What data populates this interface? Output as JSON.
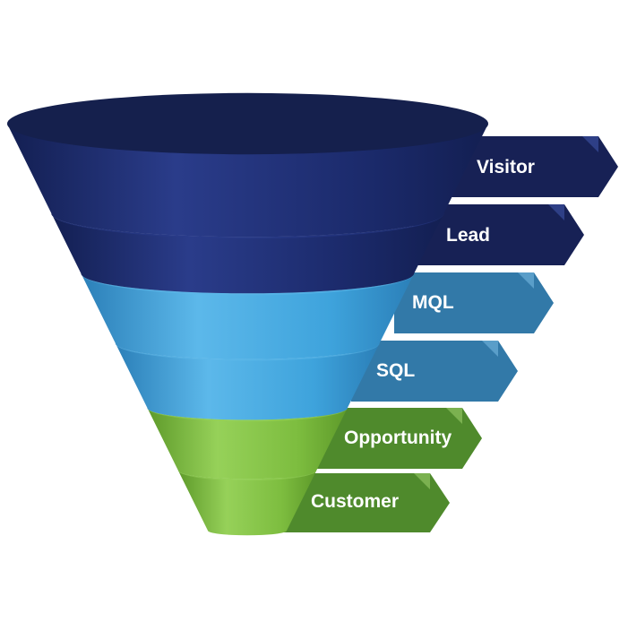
{
  "funnel": {
    "stages": [
      {
        "label": "Visitor",
        "color_body": "#1b2a6b",
        "color_dark": "#131f52",
        "color_light": "#2a3c8a",
        "color_tab": "#172155",
        "color_fold": "#2e3f86"
      },
      {
        "label": "Lead",
        "color_body": "#1b2a6b",
        "color_dark": "#131f52",
        "color_light": "#2a3c8a",
        "color_tab": "#172155",
        "color_fold": "#2e3f86"
      },
      {
        "label": "MQL",
        "color_body": "#3ea3dc",
        "color_dark": "#2b7fb8",
        "color_light": "#5cb8ea",
        "color_tab": "#3279a8",
        "color_fold": "#5a9ec9"
      },
      {
        "label": "SQL",
        "color_body": "#3ea3dc",
        "color_dark": "#2b7fb8",
        "color_light": "#5cb8ea",
        "color_tab": "#3279a8",
        "color_fold": "#5a9ec9"
      },
      {
        "label": "Opportunity",
        "color_body": "#7dbd3f",
        "color_dark": "#5e9a2a",
        "color_light": "#96d159",
        "color_tab": "#4f8a2c",
        "color_fold": "#7bb150"
      },
      {
        "label": "Customer",
        "color_body": "#7dbd3f",
        "color_dark": "#5e9a2a",
        "color_light": "#96d159",
        "color_tab": "#4f8a2c",
        "color_fold": "#7bb150"
      }
    ],
    "rim_color": "#15204d"
  }
}
